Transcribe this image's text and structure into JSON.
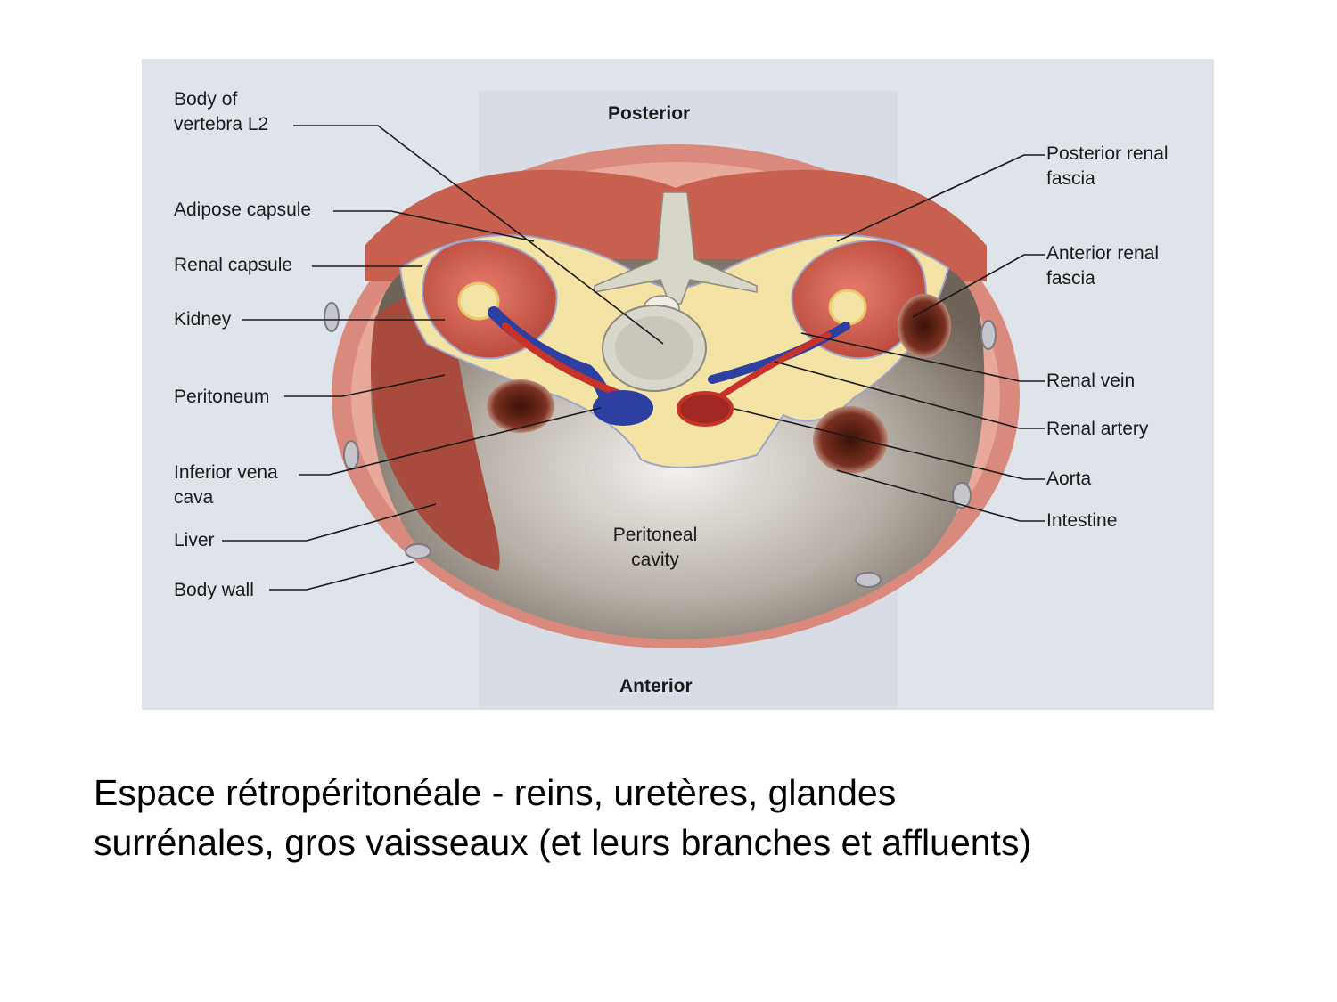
{
  "figure": {
    "orientation": {
      "top": "Posterior",
      "bottom": "Anterior"
    },
    "cavity_label": "Peritoneal\ncavity",
    "labels_left": [
      {
        "id": "vertebra",
        "text": "Body of\nvertebra  L2"
      },
      {
        "id": "adipose",
        "text": "Adipose capsule"
      },
      {
        "id": "renal-capsule",
        "text": "Renal capsule"
      },
      {
        "id": "kidney",
        "text": "Kidney"
      },
      {
        "id": "peritoneum",
        "text": "Peritoneum"
      },
      {
        "id": "ivc",
        "text": "Inferior vena\ncava"
      },
      {
        "id": "liver",
        "text": "Liver"
      },
      {
        "id": "body-wall",
        "text": "Body wall"
      }
    ],
    "labels_right": [
      {
        "id": "posterior-fascia",
        "text": "Posterior renal\nfascia"
      },
      {
        "id": "anterior-fascia",
        "text": "Anterior renal\nfascia"
      },
      {
        "id": "renal-vein",
        "text": "Renal vein"
      },
      {
        "id": "renal-artery",
        "text": "Renal artery"
      },
      {
        "id": "aorta",
        "text": "Aorta"
      },
      {
        "id": "intestine",
        "text": "Intestine"
      }
    ],
    "colors": {
      "background": "#dfe4ea",
      "muscle": "#c55a4e",
      "fat": "#f3e3a4",
      "vein": "#2d3fa0",
      "artery": "#c8322a",
      "cavity": "#9a928a"
    }
  },
  "caption": {
    "line1": "Espace rétropéritonéale - reins, uretères, glandes",
    "line2": "surrénales, gros vaisseaux (et leurs branches et affluents)"
  }
}
